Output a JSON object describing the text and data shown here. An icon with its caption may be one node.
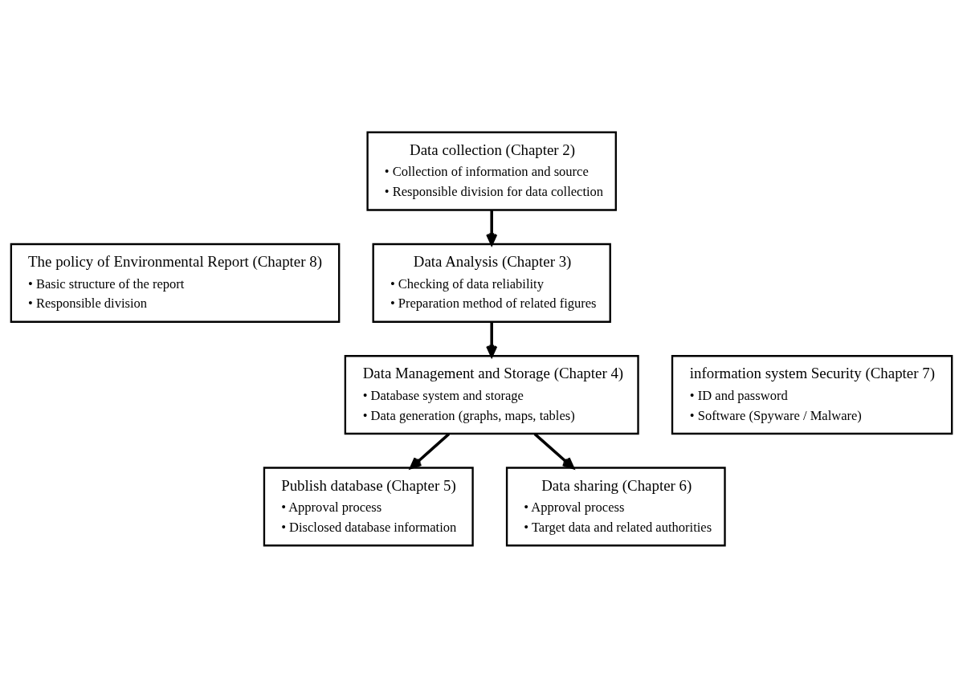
{
  "diagram": {
    "nodes": [
      {
        "text": [
          "Data collection (Chapter 2)",
          "• Collection of information and source",
          "• Responsible division for data collection"
        ]
      },
      {
        "text": [
          "Data Analysis (Chapter 3)",
          "• Checking of data reliability",
          "• Preparation method of related figures"
        ]
      },
      {
        "text": [
          "Data Management and Storage (Chapter 4)",
          "• Database system and storage",
          "• Data generation (graphs, maps, tables)"
        ]
      },
      {
        "text": [
          "Publish database (Chapter 5)",
          "• Approval process",
          "• Disclosed database information"
        ]
      },
      {
        "text": [
          "Data sharing (Chapter 6)",
          "• Approval process",
          "• Target data and related authorities"
        ]
      },
      {
        "text": [
          "The policy of Environmental Report (Chapter 8)",
          "• Basic structure of the report",
          "• Responsible division"
        ]
      },
      {
        "text": [
          "information system Security (Chapter 7)",
          "• ID and password",
          "• Software (Spyware / Malware)"
        ]
      }
    ],
    "edges": [
      {
        "from": 0,
        "to": 1,
        "arrow": "to"
      },
      {
        "from": 1,
        "to": 2,
        "arrow": "to"
      },
      {
        "from": 2,
        "to": 3,
        "arrow": "to"
      },
      {
        "from": 2,
        "to": 4,
        "arrow": "to"
      }
    ]
  }
}
